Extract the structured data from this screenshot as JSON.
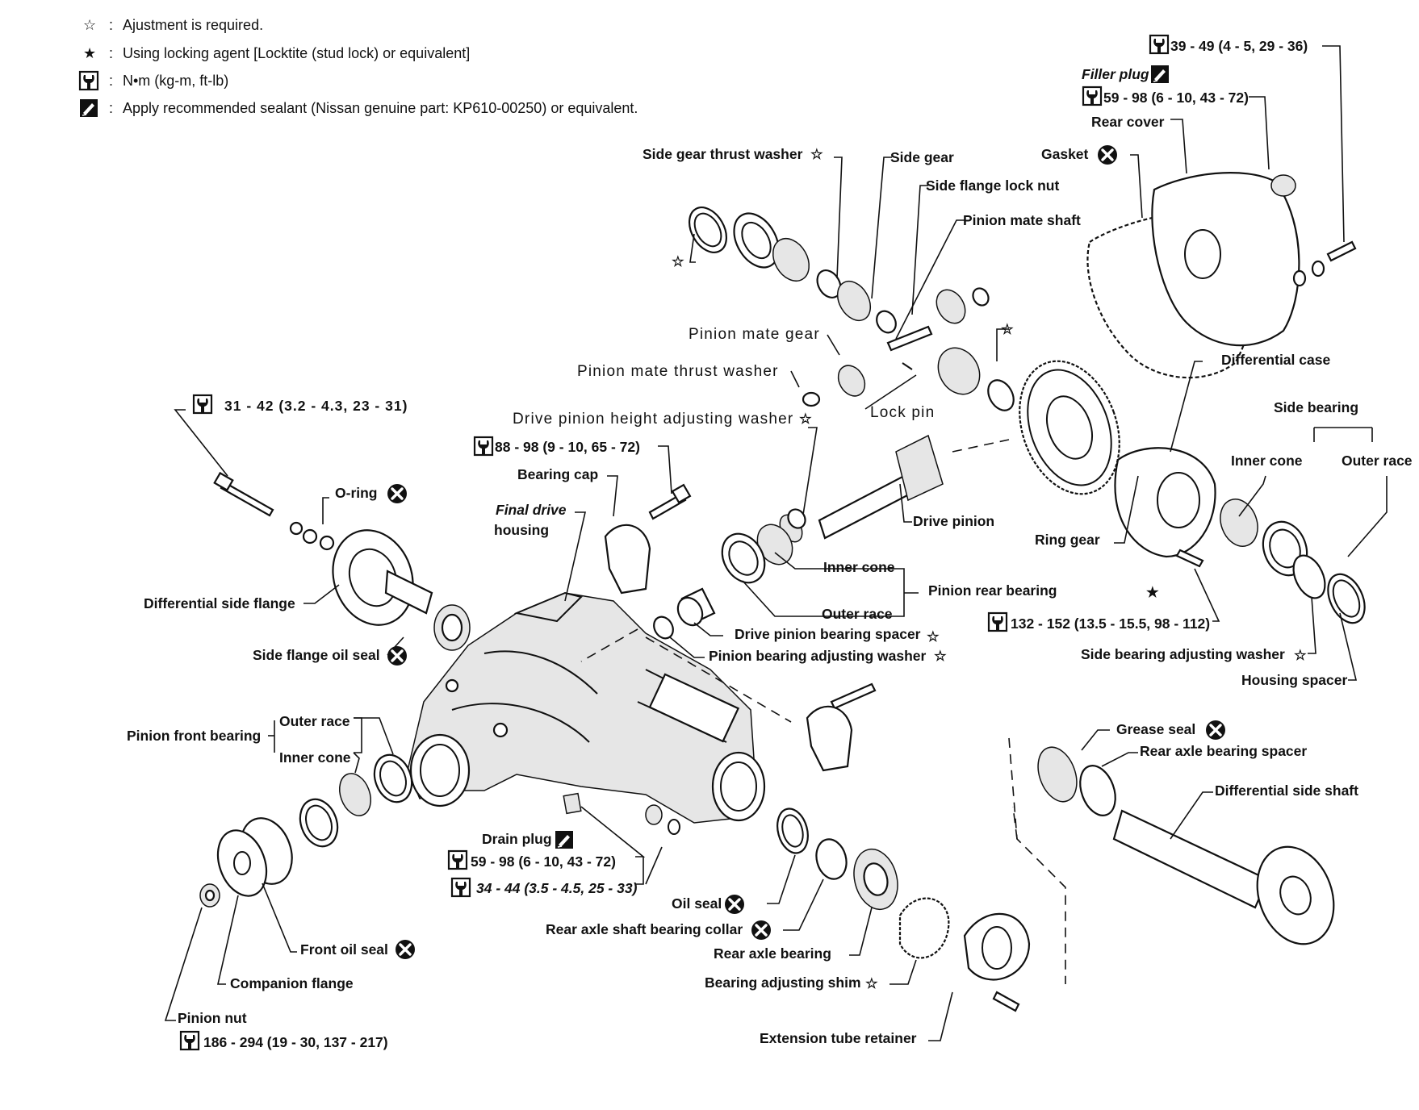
{
  "legend": [
    {
      "symbol": "☆",
      "icon": "hollow-star-icon",
      "text": "Ajustment is required."
    },
    {
      "symbol": "★",
      "icon": "filled-star-icon",
      "text": "Using locking agent [Locktite (stud lock) or equivalent]"
    },
    {
      "symbol": "",
      "icon": "torque-wrench-icon",
      "text": "N•m (kg-m, ft-lb)"
    },
    {
      "symbol": "",
      "icon": "sealant-icon",
      "text": "Apply recommended sealant (Nissan genuine part: KP610-00250) or equivalent."
    }
  ],
  "legend_colon": ":",
  "labels": {
    "side_gear_thrust_washer": "Side gear thrust washer",
    "side_gear": "Side gear",
    "side_flange_lock_nut": "Side flange lock nut",
    "pinion_mate_shaft": "Pinion mate shaft",
    "pinion_mate_gear": "Pinion mate gear",
    "pinion_mate_thrust_washer": "Pinion mate thrust washer",
    "lock_pin": "Lock pin",
    "drive_pinion_height_adjusting_washer": "Drive pinion height adjusting washer",
    "bearing_cap": "Bearing cap",
    "final_drive_housing_1": "Final drive",
    "final_drive_housing_2": "housing",
    "o_ring": "O-ring",
    "differential_side_flange": "Differential side flange",
    "side_flange_oil_seal": "Side flange oil seal",
    "drive_pinion": "Drive pinion",
    "inner_cone": "Inner cone",
    "outer_race": "Outer race",
    "pinion_rear_bearing": "Pinion rear bearing",
    "drive_pinion_bearing_spacer": "Drive pinion bearing spacer",
    "pinion_bearing_adjusting_washer": "Pinion bearing adjusting washer",
    "ring_gear": "Ring gear",
    "filler_plug": "Filler plug",
    "rear_cover": "Rear cover",
    "gasket": "Gasket",
    "differential_case": "Differential case",
    "side_bearing": "Side bearing",
    "side_bearing_inner_cone": "Inner cone",
    "side_bearing_outer_race": "Outer race",
    "side_bearing_adjusting_washer": "Side bearing adjusting washer",
    "housing_spacer": "Housing spacer",
    "pinion_front_bearing": "Pinion front bearing",
    "front_outer_race": "Outer race",
    "front_inner_cone": "Inner cone",
    "drain_plug": "Drain plug",
    "grease_seal": "Grease seal",
    "rear_axle_bearing_spacer": "Rear axle bearing spacer",
    "differential_side_shaft": "Differential side shaft",
    "oil_seal": "Oil seal",
    "rear_axle_shaft_bearing_collar": "Rear axle shaft bearing collar",
    "rear_axle_bearing": "Rear axle bearing",
    "bearing_adjusting_shim": "Bearing adjusting shim",
    "extension_tube_retainer": "Extension tube retainer",
    "front_oil_seal": "Front oil seal",
    "companion_flange": "Companion flange",
    "pinion_nut": "Pinion nut"
  },
  "torques": {
    "rear_cover_bolt": "39 - 49 (4 - 5, 29 - 36)",
    "filler_plug": "59 - 98 (6 - 10, 43 - 72)",
    "side_flange_bolt": "31  -  42  (3.2  -  4.3,  23  -  31)",
    "bearing_cap": "88 - 98 (9 - 10, 65 - 72)",
    "ring_gear_bolt": "132 - 152 (13.5 - 15.5, 98 - 112)",
    "drain_plug": "59 - 98 (6 - 10, 43 - 72)",
    "extension_tube_nut": "34 - 44 (3.5 - 4.5, 25 - 33)",
    "pinion_nut": "186 - 294 (19 - 30, 137 - 217)"
  },
  "marks": {
    "hollow_star": "☆",
    "filled_star": "★"
  }
}
